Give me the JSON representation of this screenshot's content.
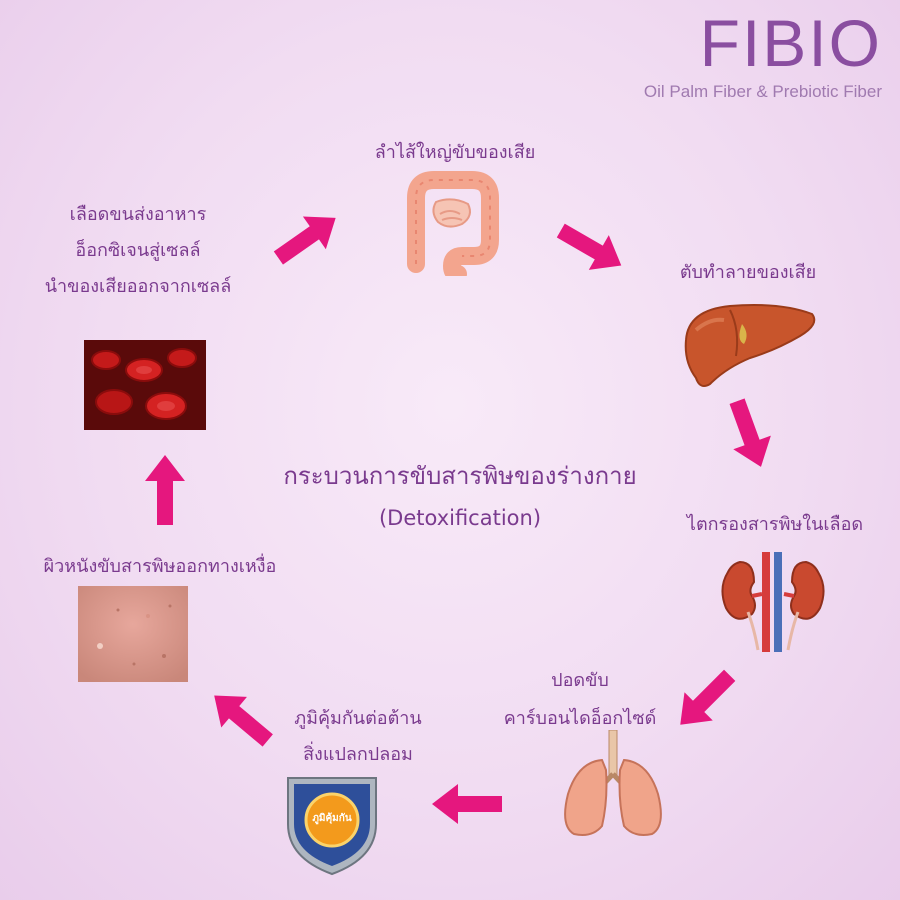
{
  "brand": {
    "title": "FIBIO",
    "subtitle": "Oil Palm Fiber & Prebiotic Fiber"
  },
  "center": {
    "title": "กระบวนการขับสารพิษของร่างกาย",
    "subtitle": "(Detoxification)"
  },
  "steps": {
    "colon": "ลำไส้ใหญ่ขับของเสีย",
    "liver": "ตับทำลายของเสีย",
    "kidney": "ไตกรองสารพิษในเลือด",
    "lung_line1": "ปอดขับ",
    "lung_line2": "คาร์บอนไดอ็อกไซด์",
    "immune_line1": "ภูมิคุ้มกันต่อต้าน",
    "immune_line2": "สิ่งแปลกปลอม",
    "skin": "ผิวหนังขับสารพิษออกทางเหงื่อ",
    "blood_line1": "เลือดขนส่งอาหาร",
    "blood_line2": "อ็อกซิเจนสู่เซลล์",
    "blood_line3": "นำของเสียออกจากเซลล์"
  },
  "badge": {
    "text": "ภูมิคุ้มกัน"
  },
  "colors": {
    "arrow": "#e5177e",
    "text": "#7a3a8e",
    "background": "#f3e0f3"
  }
}
